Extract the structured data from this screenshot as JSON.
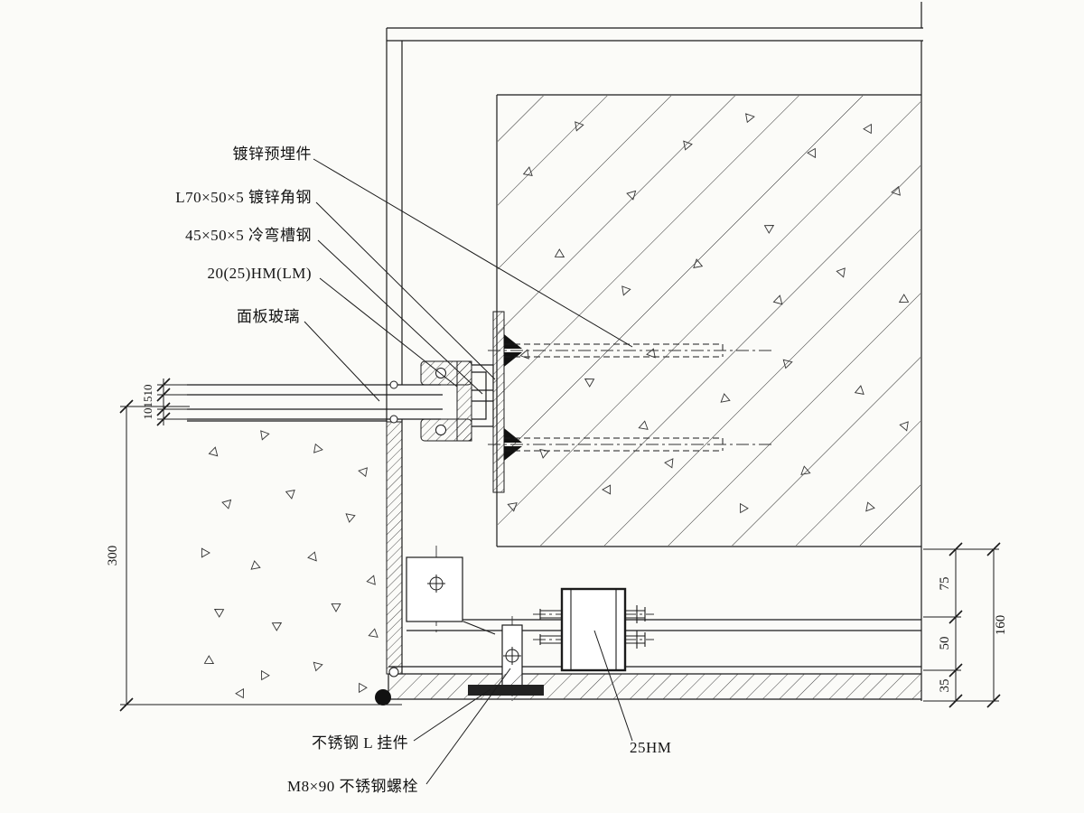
{
  "drawing": {
    "callouts_left": [
      {
        "label": "镀锌预埋件"
      },
      {
        "label": "L70×50×5 镀锌角钢"
      },
      {
        "label": "45×50×5 冷弯槽钢"
      },
      {
        "label": "20(25)HM(LM)"
      },
      {
        "label": "面板玻璃"
      }
    ],
    "callouts_bottom": [
      {
        "label": "不锈钢 L 挂件"
      },
      {
        "label": "M8×90 不锈钢螺栓"
      },
      {
        "label": "25HM"
      }
    ],
    "dims": {
      "glass": [
        "10",
        "15",
        "10"
      ],
      "height": "300",
      "right": [
        "75",
        "50",
        "35"
      ],
      "right_total": "160"
    }
  }
}
